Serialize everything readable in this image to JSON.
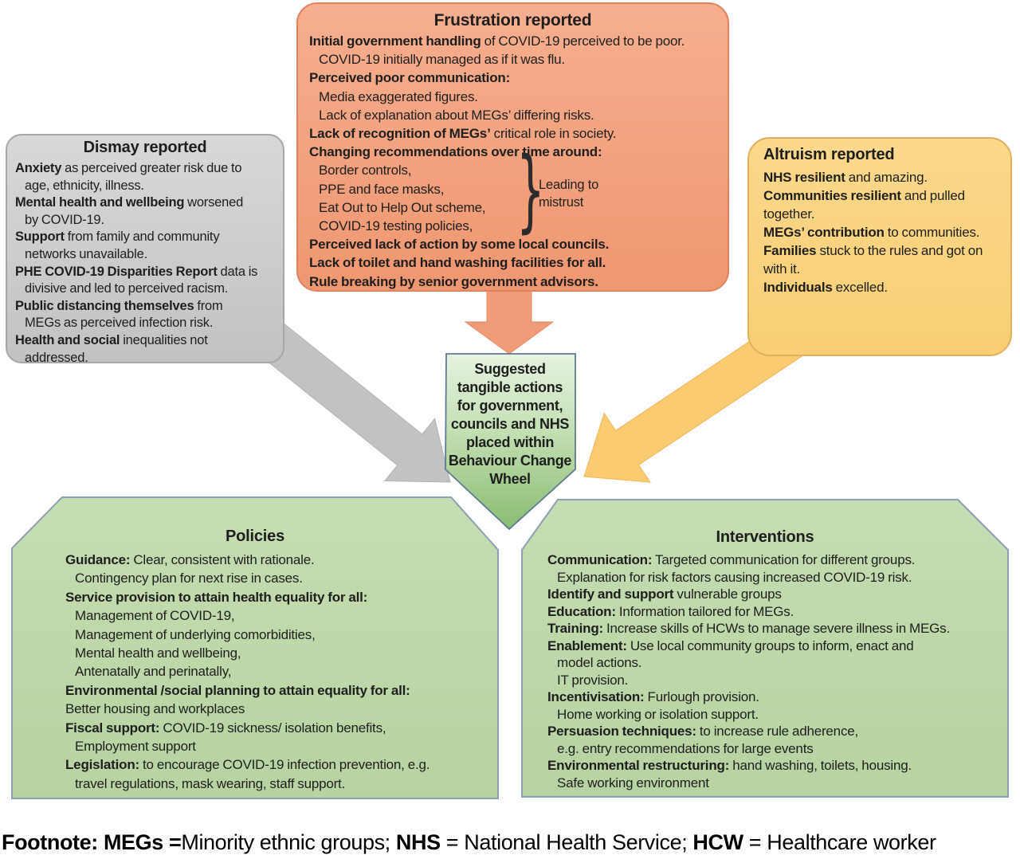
{
  "colors": {
    "orange-top": "#F6AF8F",
    "orange-bottom": "#EF9771",
    "orange-border": "#E2825C",
    "gray-top": "#D8D8D8",
    "gray-bottom": "#C2C2C2",
    "gray-border": "#A6A6A6",
    "yellow-top": "#FBD88C",
    "yellow-bottom": "#F9CE74",
    "yellow-border": "#DDB05C",
    "pent-top": "#E6F2E0",
    "pent-mid": "#C2DFB2",
    "pent-bottom": "#8ABC72",
    "pent-border": "#5E7A94",
    "green-top": "#C5DDB2",
    "green-bottom": "#B7D3A1",
    "green-border": "#8DA0B3",
    "arrow-gray": "#C2C2C2",
    "arrow-orange": "#F09C78",
    "arrow-yellow": "#FBCB72",
    "text": "#1E1E1E"
  },
  "boxes": {
    "frustration": {
      "title": "Frustration reported",
      "lines": [
        {
          "seg": [
            {
              "t": "Initial government handling",
              "b": true
            },
            {
              "t": " of COVID-19 perceived to be poor.",
              "b": false
            }
          ],
          "ind": 0
        },
        {
          "seg": [
            {
              "t": "COVID-19 initially managed as if it was flu.",
              "b": false
            }
          ],
          "ind": 1
        },
        {
          "seg": [
            {
              "t": "Perceived poor communication:",
              "b": true
            }
          ],
          "ind": 0
        },
        {
          "seg": [
            {
              "t": "Media exaggerated figures.",
              "b": false
            }
          ],
          "ind": 1
        },
        {
          "seg": [
            {
              "t": "Lack of explanation about MEGs’ differing risks.",
              "b": false
            }
          ],
          "ind": 1
        },
        {
          "seg": [
            {
              "t": "Lack of recognition of MEGs’",
              "b": true
            },
            {
              "t": " critical role in society.",
              "b": false
            }
          ],
          "ind": 0
        },
        {
          "seg": [
            {
              "t": "Changing recommendations over time around:",
              "b": true
            }
          ],
          "ind": 0
        },
        {
          "seg": [
            {
              "t": "Border controls,",
              "b": false
            }
          ],
          "ind": 1
        },
        {
          "seg": [
            {
              "t": "PPE and face masks,",
              "b": false
            }
          ],
          "ind": 1
        },
        {
          "seg": [
            {
              "t": "Eat Out to Help Out scheme,",
              "b": false
            }
          ],
          "ind": 1
        },
        {
          "seg": [
            {
              "t": "COVID-19 testing policies,",
              "b": false
            }
          ],
          "ind": 1
        },
        {
          "seg": [
            {
              "t": "Perceived lack of action by some local councils.",
              "b": true
            }
          ],
          "ind": 0
        },
        {
          "seg": [
            {
              "t": "Lack of toilet and hand washing facilities for all.",
              "b": true
            }
          ],
          "ind": 0
        },
        {
          "seg": [
            {
              "t": "Rule breaking by senior government advisors.",
              "b": true
            }
          ],
          "ind": 0
        }
      ],
      "brace_glyph": "}",
      "brace_label_lines": [
        {
          "seg": [
            {
              "t": "Leading to",
              "b": false
            }
          ],
          "ind": 0
        },
        {
          "seg": [
            {
              "t": "mistrust",
              "b": false
            }
          ],
          "ind": 0
        }
      ]
    },
    "dismay": {
      "title": "Dismay reported",
      "lines": [
        {
          "seg": [
            {
              "t": "Anxiety",
              "b": true
            },
            {
              "t": " as perceived greater risk due to",
              "b": false
            }
          ],
          "ind": 0
        },
        {
          "seg": [
            {
              "t": "age, ethnicity, illness.",
              "b": false
            }
          ],
          "ind": 1
        },
        {
          "seg": [
            {
              "t": "Mental health and wellbeing",
              "b": true
            },
            {
              "t": " worsened",
              "b": false
            }
          ],
          "ind": 0
        },
        {
          "seg": [
            {
              "t": "by COVID-19.",
              "b": false
            }
          ],
          "ind": 1
        },
        {
          "seg": [
            {
              "t": "Support",
              "b": true
            },
            {
              "t": " from family and community",
              "b": false
            }
          ],
          "ind": 0
        },
        {
          "seg": [
            {
              "t": "networks unavailable.",
              "b": false
            }
          ],
          "ind": 1
        },
        {
          "seg": [
            {
              "t": "PHE COVID-19 Disparities Report",
              "b": true
            },
            {
              "t": " data is",
              "b": false
            }
          ],
          "ind": 0
        },
        {
          "seg": [
            {
              "t": "divisive and led to perceived racism.",
              "b": false
            }
          ],
          "ind": 1
        },
        {
          "seg": [
            {
              "t": "Public distancing themselves",
              "b": true
            },
            {
              "t": " from",
              "b": false
            }
          ],
          "ind": 0
        },
        {
          "seg": [
            {
              "t": "MEGs as perceived infection risk.",
              "b": false
            }
          ],
          "ind": 1
        },
        {
          "seg": [
            {
              "t": "Health and social",
              "b": true
            },
            {
              "t": " inequalities not",
              "b": false
            }
          ],
          "ind": 0
        },
        {
          "seg": [
            {
              "t": "addressed.",
              "b": false
            }
          ],
          "ind": 1
        }
      ]
    },
    "altruism": {
      "title": "Altruism reported",
      "lines": [
        {
          "seg": [
            {
              "t": "NHS resilient",
              "b": true
            },
            {
              "t": " and amazing.",
              "b": false
            }
          ],
          "ind": 0
        },
        {
          "seg": [
            {
              "t": "Communities resilient",
              "b": true
            },
            {
              "t": " and  pulled",
              "b": false
            }
          ],
          "ind": 0
        },
        {
          "seg": [
            {
              "t": "together.",
              "b": false
            }
          ],
          "ind": 0
        },
        {
          "seg": [
            {
              "t": "MEGs’ contribution",
              "b": true
            },
            {
              "t": " to communities.",
              "b": false
            }
          ],
          "ind": 0
        },
        {
          "seg": [
            {
              "t": "Families",
              "b": true
            },
            {
              "t": " stuck to the rules and got on",
              "b": false
            }
          ],
          "ind": 0
        },
        {
          "seg": [
            {
              "t": "with it.",
              "b": false
            }
          ],
          "ind": 0
        },
        {
          "seg": [
            {
              "t": "Individuals",
              "b": true
            },
            {
              "t": " excelled.",
              "b": false
            }
          ],
          "ind": 0
        }
      ]
    },
    "policies": {
      "title": "Policies",
      "lines": [
        {
          "seg": [
            {
              "t": "Guidance:",
              "b": true
            },
            {
              "t": " Clear, consistent with rationale.",
              "b": false
            }
          ],
          "ind": 0
        },
        {
          "seg": [
            {
              "t": "Contingency plan for next rise in cases.",
              "b": false
            }
          ],
          "ind": 1
        },
        {
          "seg": [
            {
              "t": "Service provision to attain health equality for all:",
              "b": true
            }
          ],
          "ind": 0
        },
        {
          "seg": [
            {
              "t": "Management of COVID-19,",
              "b": false
            }
          ],
          "ind": 1
        },
        {
          "seg": [
            {
              "t": "Management of underlying comorbidities,",
              "b": false
            }
          ],
          "ind": 1
        },
        {
          "seg": [
            {
              "t": "Mental health and wellbeing,",
              "b": false
            }
          ],
          "ind": 1
        },
        {
          "seg": [
            {
              "t": "Antenatally and perinatally,",
              "b": false
            }
          ],
          "ind": 1
        },
        {
          "seg": [
            {
              "t": "Environmental /social planning to attain equality for all:",
              "b": true
            }
          ],
          "ind": 0
        },
        {
          "seg": [
            {
              "t": "Better housing and workplaces",
              "b": false
            }
          ],
          "ind": 0
        },
        {
          "seg": [
            {
              "t": "Fiscal support:",
              "b": true
            },
            {
              "t": " COVID-19 sickness/ isolation benefits,",
              "b": false
            }
          ],
          "ind": 0
        },
        {
          "seg": [
            {
              "t": "Employment support",
              "b": false
            }
          ],
          "ind": 1
        },
        {
          "seg": [
            {
              "t": "Legislation:",
              "b": true
            },
            {
              "t": " to encourage COVID-19 infection prevention, e.g.",
              "b": false
            }
          ],
          "ind": 0
        },
        {
          "seg": [
            {
              "t": "travel regulations, mask wearing, staff support.",
              "b": false
            }
          ],
          "ind": 1
        }
      ]
    },
    "interventions": {
      "title": "Interventions",
      "lines": [
        {
          "seg": [
            {
              "t": "Communication:",
              "b": true
            },
            {
              "t": " Targeted communication for different groups.",
              "b": false
            }
          ],
          "ind": 0
        },
        {
          "seg": [
            {
              "t": "Explanation for risk factors causing increased COVID-19 risk.",
              "b": false
            }
          ],
          "ind": 1
        },
        {
          "seg": [
            {
              "t": "Identify and support",
              "b": true
            },
            {
              "t": " vulnerable groups",
              "b": false
            }
          ],
          "ind": 0
        },
        {
          "seg": [
            {
              "t": "Education:",
              "b": true
            },
            {
              "t": " Information tailored for MEGs.",
              "b": false
            }
          ],
          "ind": 0
        },
        {
          "seg": [
            {
              "t": "Training:",
              "b": true
            },
            {
              "t": " Increase skills of HCWs to manage severe illness in MEGs.",
              "b": false
            }
          ],
          "ind": 0
        },
        {
          "seg": [
            {
              "t": "Enablement:",
              "b": true
            },
            {
              "t": " Use local community groups to inform, enact and",
              "b": false
            }
          ],
          "ind": 0
        },
        {
          "seg": [
            {
              "t": "model actions.",
              "b": false
            }
          ],
          "ind": 1
        },
        {
          "seg": [
            {
              "t": "IT provision.",
              "b": false
            }
          ],
          "ind": 1
        },
        {
          "seg": [
            {
              "t": "Incentivisation:",
              "b": true
            },
            {
              "t": " Furlough provision.",
              "b": false
            }
          ],
          "ind": 0
        },
        {
          "seg": [
            {
              "t": "Home working or isolation support.",
              "b": false
            }
          ],
          "ind": 1
        },
        {
          "seg": [
            {
              "t": "Persuasion techniques:",
              "b": true
            },
            {
              "t": " to increase rule adherence,",
              "b": false
            }
          ],
          "ind": 0
        },
        {
          "seg": [
            {
              "t": "e.g. entry recommendations for large events",
              "b": false
            }
          ],
          "ind": 1
        },
        {
          "seg": [
            {
              "t": "Environmental restructuring:",
              "b": true
            },
            {
              "t": " hand washing, toilets, housing.",
              "b": false
            }
          ],
          "ind": 0
        },
        {
          "seg": [
            {
              "t": "Safe working environment",
              "b": false
            }
          ],
          "ind": 1
        }
      ]
    }
  },
  "central": {
    "lines": [
      {
        "seg": [
          {
            "t": "Suggested",
            "b": true
          }
        ],
        "ind": 0
      },
      {
        "seg": [
          {
            "t": "tangible actions",
            "b": true
          }
        ],
        "ind": 0
      },
      {
        "seg": [
          {
            "t": "for government,",
            "b": true
          }
        ],
        "ind": 0
      },
      {
        "seg": [
          {
            "t": "councils and NHS",
            "b": true
          }
        ],
        "ind": 0
      },
      {
        "seg": [
          {
            "t": "placed within",
            "b": true
          }
        ],
        "ind": 0
      },
      {
        "seg": [
          {
            "t": "Behaviour Change",
            "b": true
          }
        ],
        "ind": 0
      },
      {
        "seg": [
          {
            "t": "Wheel",
            "b": true
          }
        ],
        "ind": 0
      }
    ]
  },
  "footnote": {
    "lines": [
      {
        "seg": [
          {
            "t": "Footnote: ",
            "b": true
          },
          {
            "t": "MEGs =",
            "b": true
          },
          {
            "t": "Minority ethnic groups; ",
            "b": false
          },
          {
            "t": "NHS",
            "b": true
          },
          {
            "t": " = National Health Service; ",
            "b": false
          },
          {
            "t": "HCW",
            "b": true
          },
          {
            "t": " = Healthcare worker",
            "b": false
          }
        ],
        "ind": 0
      }
    ]
  }
}
